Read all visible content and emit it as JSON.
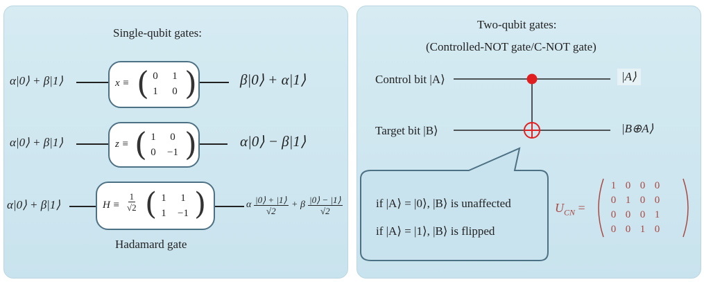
{
  "single": {
    "title": "Single-qubit gates:",
    "input_state": "α|0⟩ + β|1⟩",
    "x_gate": {
      "lhs": "x ≡",
      "matrix": [
        "0",
        "1",
        "1",
        "0"
      ],
      "output": "β|0⟩ + α|1⟩"
    },
    "z_gate": {
      "lhs": "z ≡",
      "matrix": [
        "1",
        "0",
        "0",
        "−1"
      ],
      "output": "α|0⟩ − β|1⟩"
    },
    "h_gate": {
      "lhs": "H ≡",
      "coef_num": "1",
      "coef_den": "√2",
      "matrix": [
        "1",
        "1",
        "1",
        "−1"
      ],
      "out_a": "α",
      "out_a_num": "|0⟩ + |1⟩",
      "out_a_den": "√2",
      "out_plus": "+ β",
      "out_b_num": "|0⟩ − |1⟩",
      "out_b_den": "√2"
    },
    "hadamard_caption": "Hadamard gate"
  },
  "two": {
    "title_line1": "Two-qubit gates:",
    "title_line2": "(Controlled-NOT gate/C-NOT gate)",
    "control_label": "Control bit |A⟩",
    "target_label": "Target bit |B⟩",
    "control_out": "|A⟩",
    "target_out": "|B⊕A⟩",
    "bubble_line1": "if |A⟩ = |0⟩, |B⟩ is unaffected",
    "bubble_line2": "if |A⟩ = |1⟩, |B⟩ is flipped",
    "ucn_label": "U",
    "ucn_sub": "CN",
    "ucn_eq": "=",
    "ucn_matrix": [
      "1",
      "0",
      "0",
      "0",
      "0",
      "1",
      "0",
      "0",
      "0",
      "0",
      "0",
      "1",
      "0",
      "0",
      "1",
      "0"
    ]
  },
  "colors": {
    "panel": "#d6ebf2",
    "control_dot": "#e02020",
    "target": "#e02020",
    "matrix_text": "#a94842",
    "box_border": "#4d7184"
  }
}
